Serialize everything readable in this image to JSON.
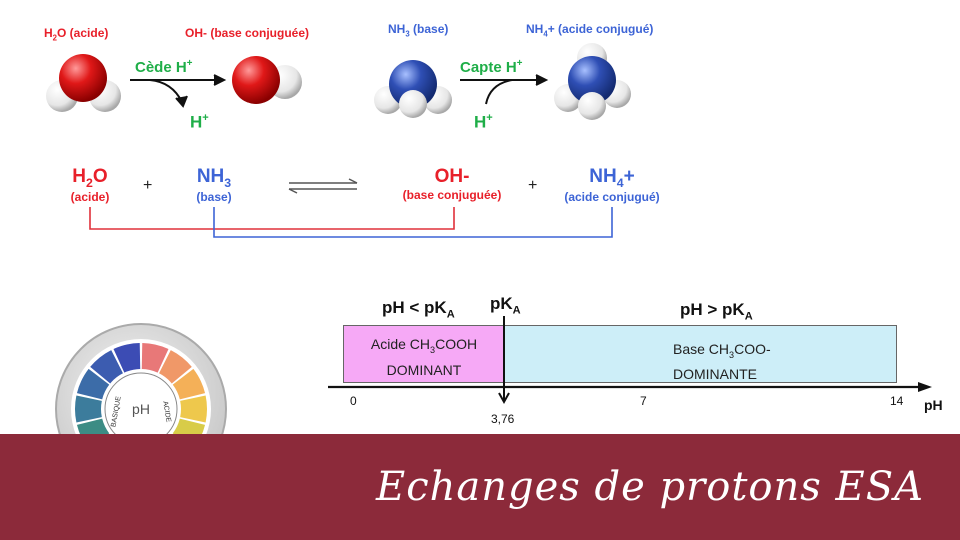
{
  "top": {
    "left": {
      "water_label_main": "H",
      "water_label_sub": "2",
      "water_label_rest": "O (acide)",
      "hydroxide_label": "OH- (base conjuguée)",
      "action_main": "Cède H",
      "action_sup": "+",
      "proton_main": "H",
      "proton_sup": "+"
    },
    "right": {
      "ammonia_main": "NH",
      "ammonia_sub": "3",
      "ammonia_rest": " (base)",
      "ammonium_main": "NH",
      "ammonium_sub": "4",
      "ammonium_rest": "+ (acide conjugué)",
      "action_main": "Capte H",
      "action_sup": "+",
      "proton_main": "H",
      "proton_sup": "+"
    }
  },
  "equation": {
    "h2o_main": "H",
    "h2o_sub": "2",
    "h2o_rest": "O",
    "h2o_role": "(acide)",
    "plus1": "+",
    "nh3_main": "NH",
    "nh3_sub": "3",
    "nh3_role": "(base)",
    "oh": "OH-",
    "oh_role": "(base conjuguée)",
    "plus2": "+",
    "nh4_main": "NH",
    "nh4_sub": "4",
    "nh4_rest": "+",
    "nh4_role": "(acide conjugué)"
  },
  "scale": {
    "left_title_main": "pH < pK",
    "left_title_sub": "A",
    "pka_main": "pK",
    "pka_sub": "A",
    "right_title_main": "pH > pK",
    "right_title_sub": "A",
    "acid_line1_main": "Acide CH",
    "acid_line1_sub": "3",
    "acid_line1_rest": "COOH",
    "acid_line2": "DOMINANT",
    "base_line1_main": "Base CH",
    "base_line1_sub": "3",
    "base_line1_rest": "COO-",
    "base_line2": "DOMINANTE",
    "tick_0": "0",
    "tick_7": "7",
    "tick_14": "14",
    "pka_value": "3,76",
    "axis_label": "pH",
    "acid_color": "#f6a9f6",
    "base_color": "#cdeef8"
  },
  "indicator": {
    "center_label": "pH",
    "left_arc": "BASIQUE",
    "right_arc": "ACIDE"
  },
  "footer": {
    "title": "Echanges de protons  ESA"
  }
}
